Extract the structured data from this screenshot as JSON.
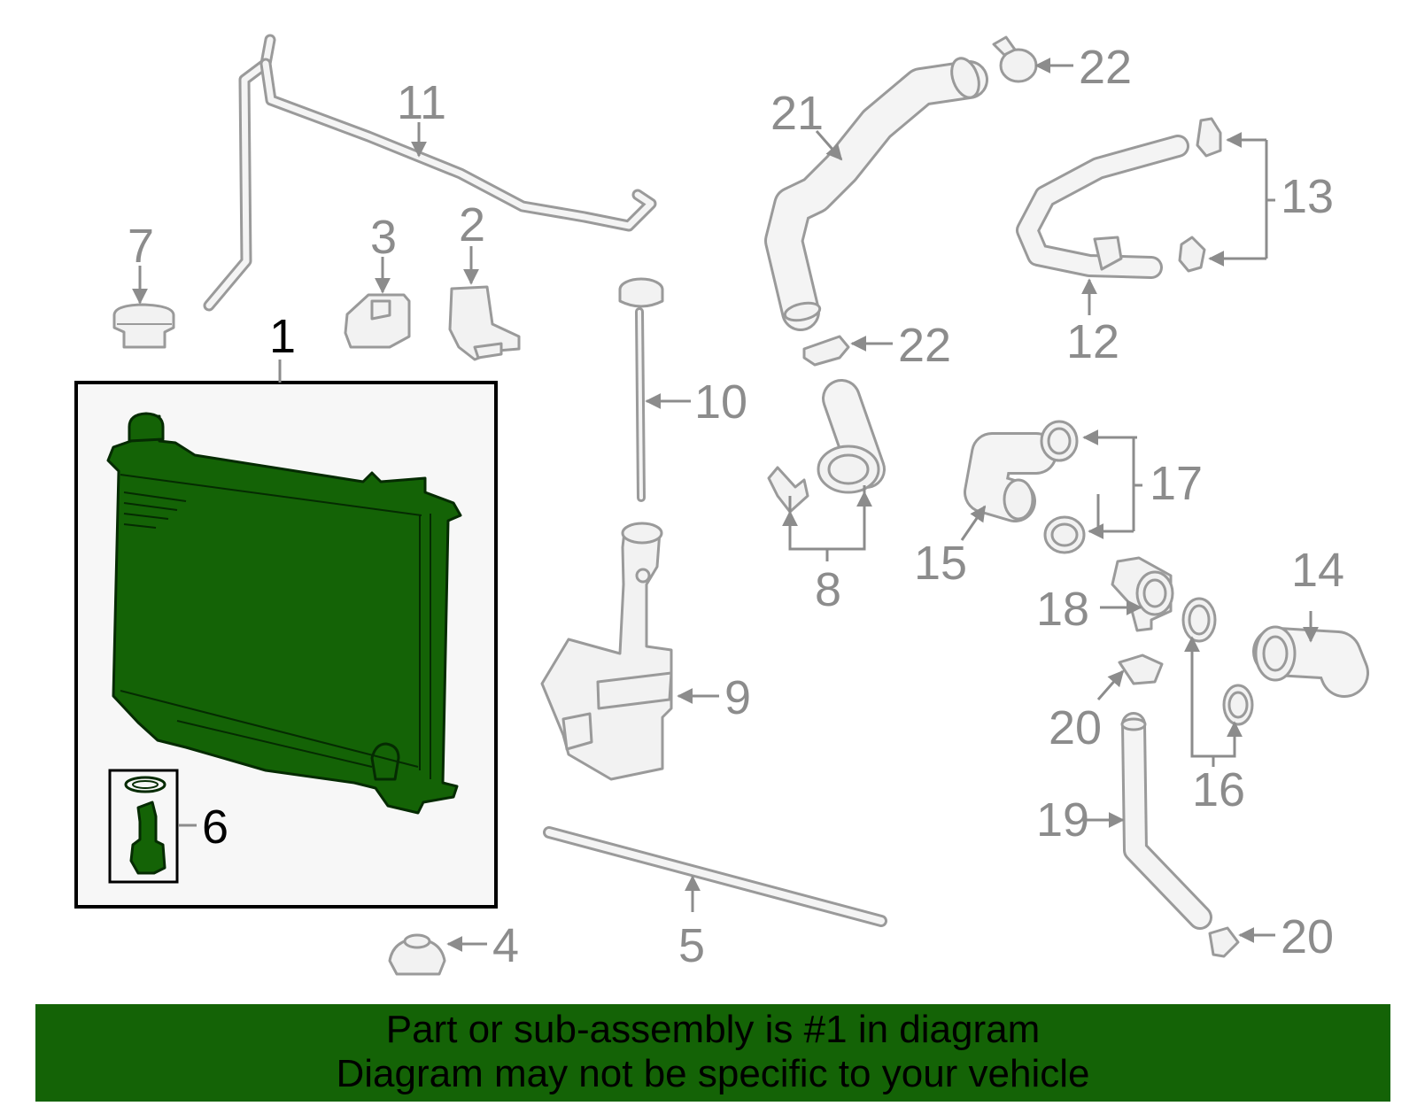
{
  "diagram": {
    "callouts": {
      "c1": "1",
      "c2": "2",
      "c3": "3",
      "c4": "4",
      "c5": "5",
      "c6": "6",
      "c7": "7",
      "c8": "8",
      "c9": "9",
      "c10": "10",
      "c11": "11",
      "c12": "12",
      "c13": "13",
      "c14": "14",
      "c15": "15",
      "c16": "16",
      "c17": "17",
      "c18": "18",
      "c19": "19",
      "c20a": "20",
      "c20b": "20",
      "c21": "21",
      "c22a": "22",
      "c22b": "22"
    },
    "highlight_part": "1",
    "colors": {
      "highlight": "#146306",
      "line_art": "#9a9a9a",
      "frame": "#000000"
    }
  },
  "banner": {
    "line1": "Part or sub-assembly is #1 in diagram",
    "line2": "Diagram may not be specific to your vehicle"
  }
}
